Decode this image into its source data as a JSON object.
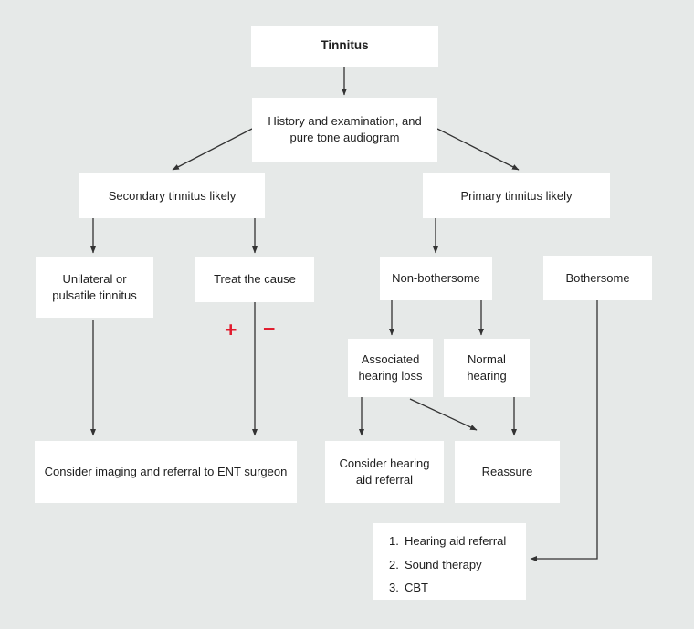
{
  "canvas": {
    "background_color": "#e6e9e8",
    "box_color": "#ffffff",
    "line_color": "#333333",
    "text_color": "#1e1e1e",
    "accent_red": "#e11b2d"
  },
  "nodes": {
    "tinnitus": "Tinnitus",
    "history": "History and examination, and pure tone audiogram",
    "secondary": "Secondary tinnitus likely",
    "primary": "Primary tinnitus likely",
    "unilateral": "Unilateral or pulsatile tinnitus",
    "treat": "Treat the cause",
    "non_bothersome": "Non-bothersome",
    "bothersome": "Bothersome",
    "associated": "Associated hearing loss",
    "normal": "Normal hearing",
    "imaging": "Consider imaging and referral to ENT surgeon",
    "hearing_aid": "Consider hearing aid referral",
    "reassure": "Reassure"
  },
  "plan": {
    "items": [
      {
        "num": "1.",
        "text": "Hearing aid referral"
      },
      {
        "num": "2.",
        "text": "Sound therapy"
      },
      {
        "num": "3.",
        "text": "CBT"
      }
    ]
  },
  "symbols": {
    "plus": "+",
    "minus": "−"
  }
}
